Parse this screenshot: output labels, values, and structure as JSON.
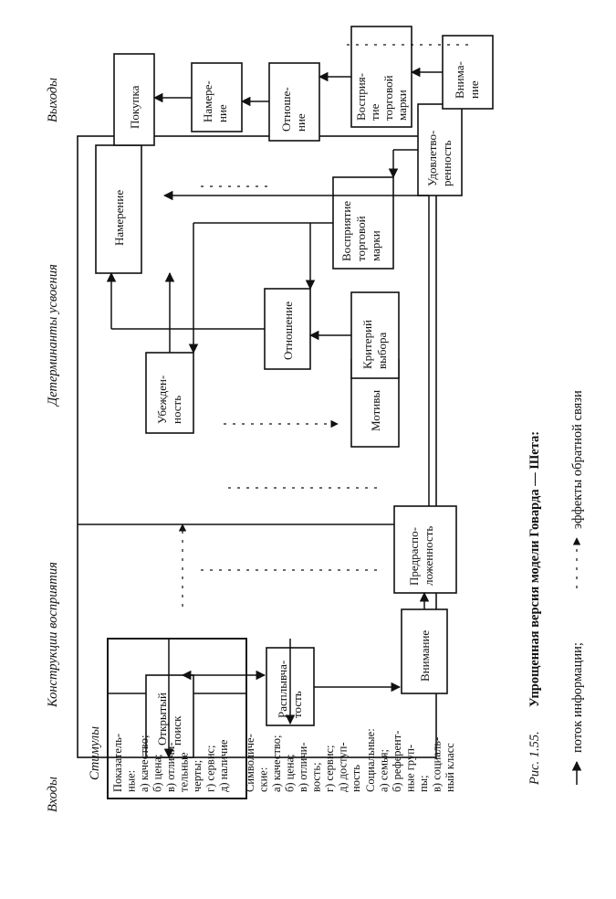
{
  "sections": {
    "inputs": "Входы",
    "stimuli": "Стимулы",
    "perception": "Конструкции восприятия",
    "learning": "Детерминанты усвоения",
    "outputs": "Выходы"
  },
  "stimuli": {
    "significative": [
      "Показатель-",
      "ные:",
      "а) качество;",
      "б) цена;",
      "в) отличи-",
      "тельные",
      "черты;",
      "г) сервис;",
      "д) наличие"
    ],
    "symbolic": [
      "Символиче-",
      "ские:",
      "а) качество;",
      "б) цена;",
      "в) отличи-",
      "вость;",
      "г) сервис;",
      "д) доступ-",
      "ность"
    ],
    "social": [
      "Социальные:",
      "а) семья;",
      "б) референт-",
      "ные груп-",
      "пы;",
      "в) социаль-",
      "ный класс"
    ]
  },
  "perception_boxes": {
    "search": [
      "Открытый",
      "поиск"
    ],
    "ambiguity": [
      "Расплывча-",
      "тость"
    ],
    "attention": [
      "Внимание"
    ],
    "bias": [
      "Предраспо-",
      "ложенность"
    ]
  },
  "learning_boxes": {
    "confidence": [
      "Убежден-",
      "ность"
    ],
    "motives": [
      "Мотивы"
    ],
    "attitude": [
      "Отношение"
    ],
    "criteria": [
      "Критерий",
      "выбора"
    ],
    "intention": [
      "Намерение"
    ],
    "brand": [
      "Восприятие",
      "торговой",
      "марки"
    ],
    "satisfaction": [
      "Удовлетво-",
      "ренность"
    ]
  },
  "output_boxes": {
    "purchase": [
      "Покупка"
    ],
    "intention": [
      "Намере-",
      "ние"
    ],
    "attitude": [
      "Отноше-",
      "ние"
    ],
    "brand": [
      "Восприя-",
      "тие",
      "торговой",
      "марки"
    ],
    "attention": [
      "Внима-",
      "ние"
    ]
  },
  "caption": {
    "figure": "Рис. 1.55.",
    "title": "Упрощенная версия модели Говарда — Шета:",
    "legend_solid": "поток информации;",
    "legend_dashed": "эффекты обратной связи"
  }
}
